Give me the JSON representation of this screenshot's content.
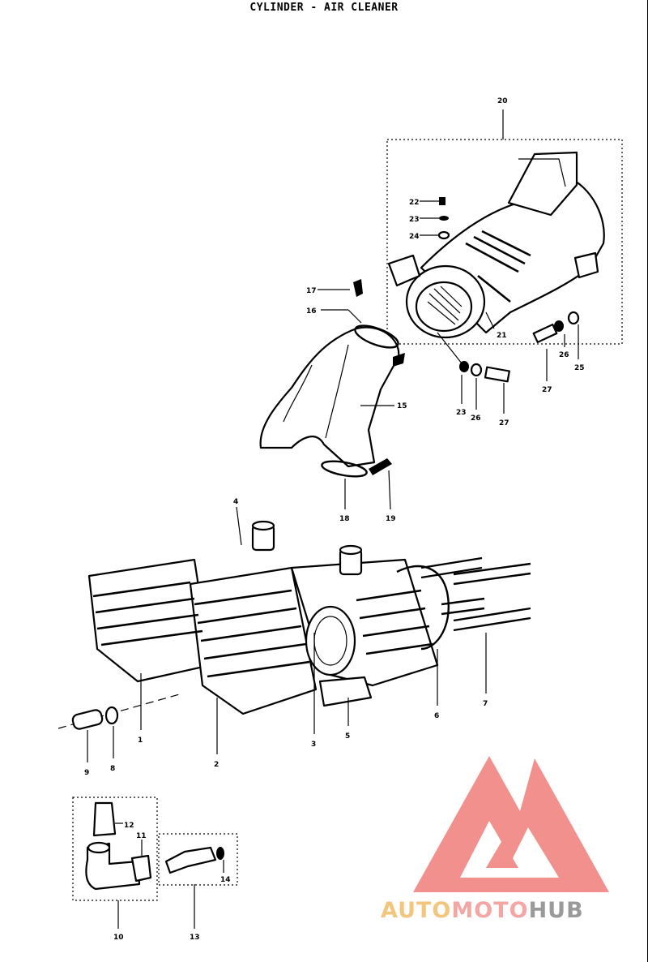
{
  "title": "CYLINDER - AIR CLEANER",
  "callouts": {
    "c1": "1",
    "c2": "2",
    "c3": "3",
    "c4": "4",
    "c5": "5",
    "c6": "6",
    "c7": "7",
    "c8": "8",
    "c9": "9",
    "c10": "10",
    "c11": "11",
    "c12": "12",
    "c13": "13",
    "c14": "14",
    "c15": "15",
    "c16": "16",
    "c17": "17",
    "c18": "18",
    "c19": "19",
    "c20": "20",
    "c21": "21",
    "c22": "22",
    "c23": "23",
    "c24": "24",
    "c25": "25",
    "c26": "26",
    "c27": "27",
    "c23b": "23",
    "c26b": "26",
    "c27b": "27"
  },
  "watermark": {
    "part1": "AUTO",
    "part2": "MOTO",
    "part3": "HUB",
    "colors": {
      "auto": "#f3c67e",
      "moto": "#f3a6a4",
      "hub": "#9a9a9a",
      "logo": "#f07d7a"
    }
  }
}
